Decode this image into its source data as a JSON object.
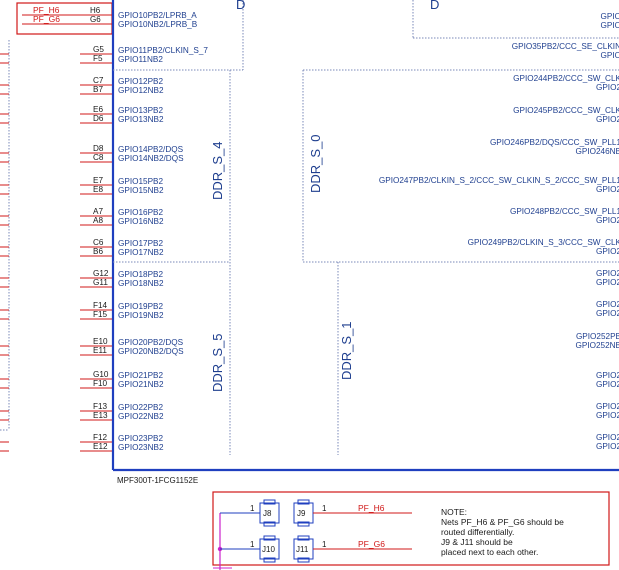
{
  "net_labels_top": [
    {
      "net": "PF_H6",
      "pin": "H6"
    },
    {
      "net": "PF_G6",
      "pin": "G6"
    }
  ],
  "pins": [
    {
      "top": "G5",
      "bottom": "F5"
    },
    {
      "top": "C7",
      "bottom": "B7"
    },
    {
      "top": "E6",
      "bottom": "D6"
    },
    {
      "top": "D8",
      "bottom": "C8"
    },
    {
      "top": "E7",
      "bottom": "E8"
    },
    {
      "top": "A7",
      "bottom": "A8"
    },
    {
      "top": "C6",
      "bottom": "B6"
    },
    {
      "top": "G12",
      "bottom": "G11"
    },
    {
      "top": "F14",
      "bottom": "F15"
    },
    {
      "top": "E10",
      "bottom": "E11"
    },
    {
      "top": "G10",
      "bottom": "F10"
    },
    {
      "top": "F13",
      "bottom": "E13"
    },
    {
      "top": "F12",
      "bottom": "E12"
    }
  ],
  "left_signals": [
    [
      "GPIO10PB2/LPRB_A",
      "GPIO10NB2/LPRB_B"
    ],
    [
      "GPIO11PB2/CLKIN_S_7",
      "GPIO11NB2"
    ],
    [
      "GPIO12PB2",
      "GPIO12NB2"
    ],
    [
      "GPIO13PB2",
      "GPIO13NB2"
    ],
    [
      "GPIO14PB2/DQS",
      "GPIO14NB2/DQS"
    ],
    [
      "GPIO15PB2",
      "GPIO15NB2"
    ],
    [
      "GPIO16PB2",
      "GPIO16NB2"
    ],
    [
      "GPIO17PB2",
      "GPIO17NB2"
    ],
    [
      "GPIO18PB2",
      "GPIO18NB2"
    ],
    [
      "GPIO19PB2",
      "GPIO19NB2"
    ],
    [
      "GPIO20PB2/DQS",
      "GPIO20NB2/DQS"
    ],
    [
      "GPIO21PB2",
      "GPIO21NB2"
    ],
    [
      "GPIO22PB2",
      "GPIO22NB2"
    ],
    [
      "GPIO23PB2",
      "GPIO23NB2"
    ]
  ],
  "right_top_signals": [
    [
      "GPIO",
      "GPIO"
    ],
    [
      "GPIO35PB2/CCC_SE_CLKIN",
      "GPIO"
    ],
    [
      "GPIO244PB2/CCC_SW_CLK",
      "GPIO2"
    ],
    [
      "GPIO245PB2/CCC_SW_CLK",
      "GPIO2"
    ],
    [
      "GPIO246PB2/DQS/CCC_SW_PLL1",
      "GPIO246NB"
    ],
    [
      "GPIO247PB2/CLKIN_S_2/CCC_SW_CLKIN_S_2/CCC_SW_PLL1",
      "GPIO2"
    ],
    [
      "GPIO248PB2/CCC_SW_PLL1",
      "GPIO2"
    ],
    [
      "GPIO249PB2/CLKIN_S_3/CCC_SW_CLK",
      "GPIO2"
    ]
  ],
  "right_bottom_signals": [
    [
      "GPIO2",
      "GPIO2"
    ],
    [
      "GPIO2",
      "GPIO2"
    ],
    [
      "GPIO252PB",
      "GPIO252NB"
    ],
    [
      "GPIO2",
      "GPIO2"
    ],
    [
      "GPIO2",
      "GPIO2"
    ],
    [
      "GPIO2",
      "GPIO2"
    ]
  ],
  "bank_labels": {
    "top_left_partial": "D",
    "top_right_partial": "D",
    "s4": "DDR_S_4",
    "s5": "DDR_S_5",
    "s0": "DDR_S_0",
    "s1": "DDR_S_1"
  },
  "part_number": "MPF300T-1FCG1152E",
  "jumpers": [
    {
      "ref": "J8",
      "pin": "1"
    },
    {
      "ref": "J9",
      "pin": "1",
      "net": "PF_H6"
    },
    {
      "ref": "J10",
      "pin": "1"
    },
    {
      "ref": "J11",
      "pin": "1",
      "net": "PF_G6"
    }
  ],
  "note_lines": [
    "NOTE:",
    "Nets PF_H6 & PF_G6 should be",
    "routed differentially.",
    "J9 & J11 should be",
    "placed next to each other."
  ],
  "colors": {
    "wire_red": "#d01818",
    "symbol_blue": "#1f3fbf",
    "text_blue": "#1f3f8f",
    "net_magenta": "#cc22cc",
    "dashed_border": "#7a88b8"
  }
}
